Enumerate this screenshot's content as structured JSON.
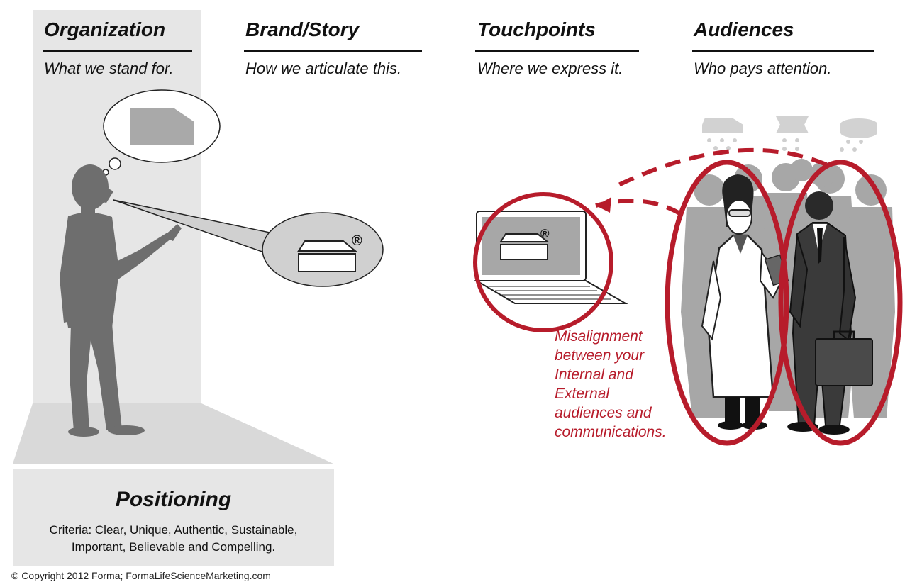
{
  "columns": [
    {
      "heading": "Organization",
      "subheading": "What we stand for."
    },
    {
      "heading": "Brand/Story",
      "subheading": "How we articulate this."
    },
    {
      "heading": "Touchpoints",
      "subheading": "Where we express it."
    },
    {
      "heading": "Audiences",
      "subheading": "Who pays attention."
    }
  ],
  "positioning": {
    "title": "Positioning",
    "criteria_line1": "Criteria: Clear, Unique, Authentic, Sustainable,",
    "criteria_line2": "Important, Believable and Compelling."
  },
  "misalignment_note": {
    "lines": [
      "Misalignment",
      "between your",
      "Internal and",
      "External",
      "audiences and",
      "communications."
    ]
  },
  "registered_mark": "®",
  "copyright": "© Copyright 2012 Forma; FormaLifeScienceMarketing.com",
  "colors": {
    "accent_red": "#b71c2b",
    "silhouette_gray": "#6e6e6e",
    "panel_gray": "#e6e6e6",
    "crowd_gray": "#a7a7a7"
  }
}
